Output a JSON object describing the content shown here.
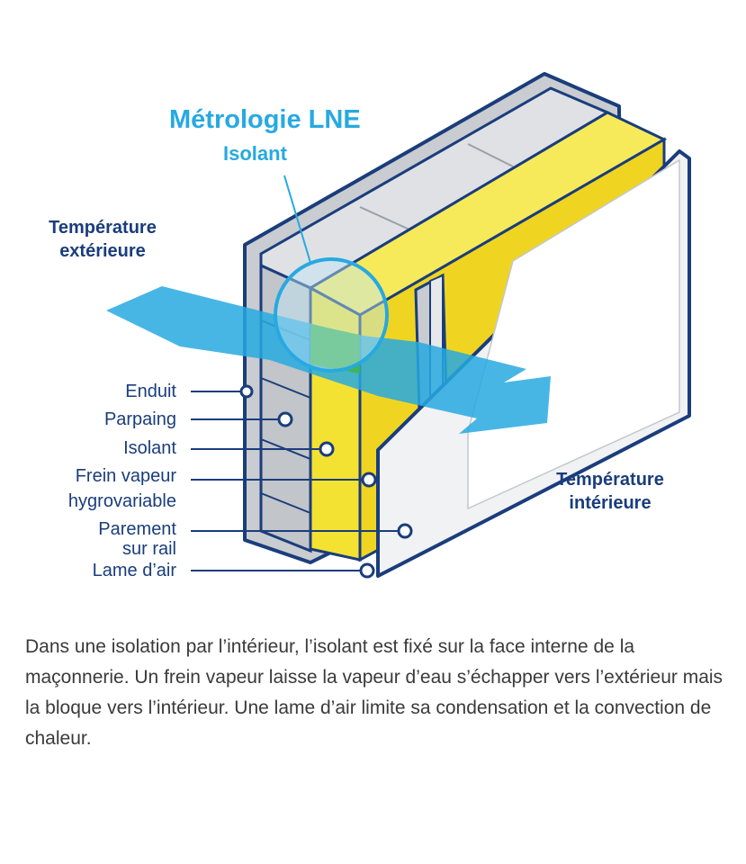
{
  "title": "Métrologie LNE",
  "subtitle": "Isolant",
  "temp_ext": [
    "Température",
    "extérieure"
  ],
  "temp_int": [
    "Température",
    "intérieure"
  ],
  "layers": {
    "enduit": "Enduit",
    "parpaing": "Parpaing",
    "isolant": "Isolant",
    "frein_1": "Frein vapeur",
    "frein_2": "hygrovariable",
    "parement_1": "Parement",
    "parement_2": "sur rail",
    "lame": "Lame d’air"
  },
  "caption": "Dans une isolation par l’intérieur, l’isolant est fixé sur la face interne de la maçonnerie. Un frein vapeur laisse la vapeur d’eau s’échapper vers l’extérieur mais la bloque vers l’intérieur. Une lame d’air limite sa condensation et la convection de chaleur.",
  "colors": {
    "navy": "#1a3d7c",
    "accent_blue": "#27a9e1",
    "insulation_yellow": "#f4e233",
    "masonry_grey": "#cfd2d6",
    "board_white": "#f1f2f3"
  }
}
